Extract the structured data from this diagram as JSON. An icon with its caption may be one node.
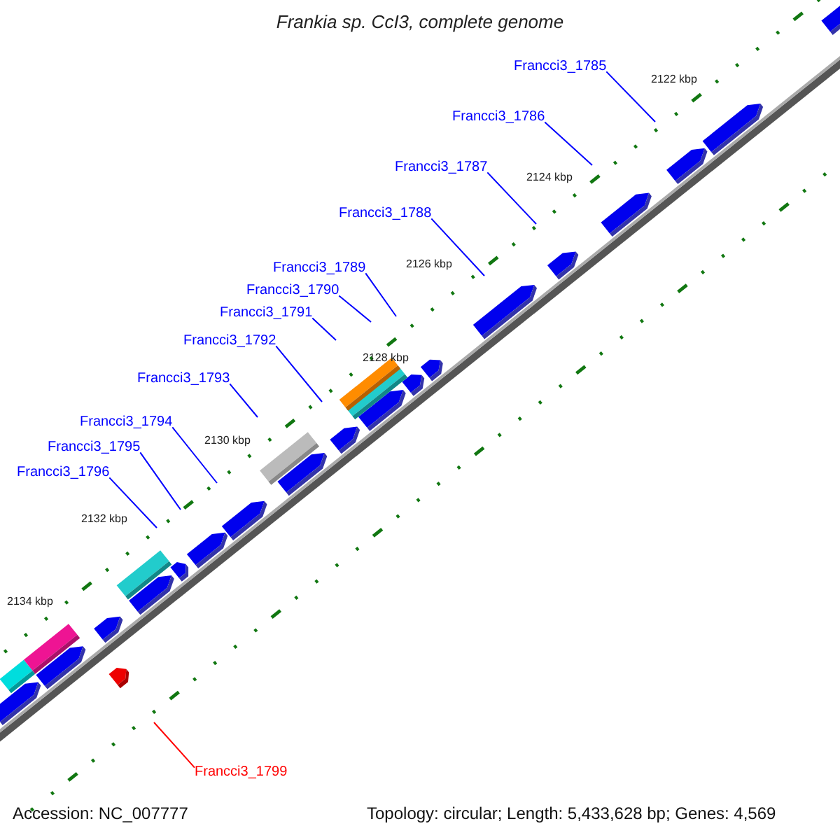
{
  "diagram": {
    "title": "Frankia sp. CcI3, complete genome",
    "nodes": [
      {
        "text": [
          "Francci3_1785"
        ]
      },
      {
        "text": [
          "Francci3_1786"
        ]
      },
      {
        "text": [
          "Francci3_1787"
        ]
      },
      {
        "text": [
          "Francci3_1788"
        ]
      },
      {
        "text": [
          "Francci3_1789"
        ]
      },
      {
        "text": [
          "Francci3_1790"
        ]
      },
      {
        "text": [
          "Francci3_1791"
        ]
      },
      {
        "text": [
          "Francci3_1792"
        ]
      },
      {
        "text": [
          "Francci3_1793"
        ]
      },
      {
        "text": [
          "Francci3_1794"
        ]
      },
      {
        "text": [
          "Francci3_1795"
        ]
      },
      {
        "text": [
          "Francci3_1796"
        ]
      },
      {
        "text": [
          "Francci3_1799"
        ]
      }
    ],
    "edges": [
      {
        "from": 0,
        "to": null,
        "arrow": "none"
      },
      {
        "from": 1,
        "to": null,
        "arrow": "none"
      },
      {
        "from": 2,
        "to": null,
        "arrow": "none"
      },
      {
        "from": 3,
        "to": null,
        "arrow": "none"
      },
      {
        "from": 4,
        "to": null,
        "arrow": "none"
      },
      {
        "from": 5,
        "to": null,
        "arrow": "none"
      },
      {
        "from": 6,
        "to": null,
        "arrow": "none"
      },
      {
        "from": 7,
        "to": null,
        "arrow": "none"
      },
      {
        "from": 8,
        "to": null,
        "arrow": "none"
      },
      {
        "from": 9,
        "to": null,
        "arrow": "none"
      },
      {
        "from": 10,
        "to": null,
        "arrow": "none"
      },
      {
        "from": 11,
        "to": null,
        "arrow": "none"
      },
      {
        "from": 12,
        "to": null,
        "arrow": "none",
        "color": "#ff0000"
      }
    ],
    "labels": [
      "2122 kbp",
      "2124 kbp",
      "2126 kbp",
      "2128 kbp",
      "2130 kbp",
      "2132 kbp",
      "2134 kbp",
      "Accession: NC_007777",
      "Topology: circular; Length: 5,433,628 bp; Genes: 4,569"
    ]
  }
}
